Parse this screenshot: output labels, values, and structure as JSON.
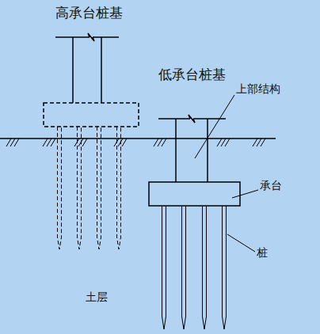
{
  "diagram": {
    "labels": [
      "高承台桩基",
      "低承台桩基",
      "上部结构",
      "承台",
      "桩",
      "土层"
    ]
  }
}
